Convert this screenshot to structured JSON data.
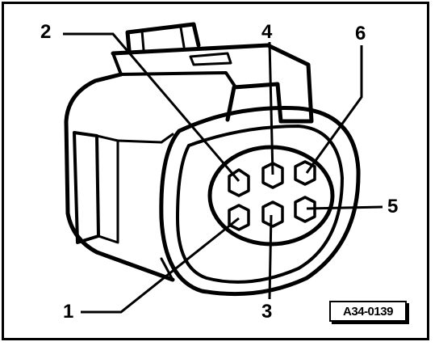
{
  "diagram": {
    "pins": [
      {
        "id": "1",
        "label": "1"
      },
      {
        "id": "2",
        "label": "2"
      },
      {
        "id": "3",
        "label": "3"
      },
      {
        "id": "4",
        "label": "4"
      },
      {
        "id": "5",
        "label": "5"
      },
      {
        "id": "6",
        "label": "6"
      }
    ],
    "reference_code": "A34-0139",
    "colors": {
      "stroke": "#000000",
      "background": "#ffffff"
    }
  }
}
